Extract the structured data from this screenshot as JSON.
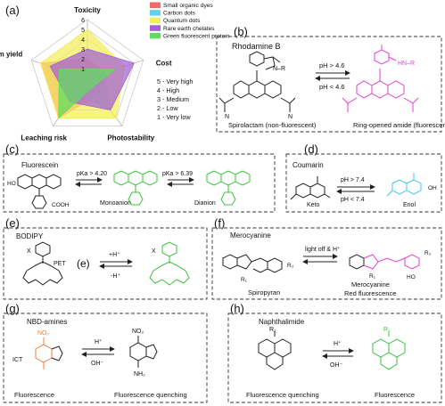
{
  "panel_labels": [
    "(a)",
    "(b)",
    "(c)",
    "(d)",
    "(e)",
    "(f)",
    "(g)",
    "(h)"
  ],
  "radar": {
    "axes": [
      "Toxicity",
      "Cost",
      "Photostability",
      "Leaching risk",
      "Quantum yield"
    ],
    "ticks": [
      "1",
      "2",
      "3",
      "4",
      "5",
      "6"
    ],
    "legend": [
      {
        "name": "Small organic dyes",
        "color": "#f06a6a"
      },
      {
        "name": "Carbon dots",
        "color": "#5fd3e8"
      },
      {
        "name": "Quantum dots",
        "color": "#f4ee5a"
      },
      {
        "name": "Rare earth chelates",
        "color": "#a35fd6"
      },
      {
        "name": "Green fluorescent protein",
        "color": "#5fdc5f"
      }
    ],
    "scale_notes": [
      "5 - Very high",
      "4 - High",
      "3 - Medium",
      "2 - Low",
      "1 - Very low"
    ]
  },
  "chart_data": {
    "type": "radar",
    "categories": [
      "Toxicity",
      "Cost",
      "Photostability",
      "Leaching risk",
      "Quantum yield"
    ],
    "ylim": [
      0,
      6
    ],
    "series": [
      {
        "name": "Small organic dyes",
        "values": [
          2,
          2,
          2,
          5,
          5
        ]
      },
      {
        "name": "Carbon dots",
        "values": [
          1,
          2,
          4,
          2,
          3
        ]
      },
      {
        "name": "Quantum dots",
        "values": [
          5,
          4,
          5,
          5,
          5
        ]
      },
      {
        "name": "Rare earth chelates",
        "values": [
          3,
          5,
          4,
          3,
          4
        ]
      },
      {
        "name": "Green fluorescent protein",
        "values": [
          1,
          3,
          1,
          5,
          3
        ]
      }
    ]
  },
  "b": {
    "title": "Rhodamine B",
    "up": "pH > 4.6",
    "down": "pH < 4.6",
    "left_caption": "Spirolactam (non-fluorescent)",
    "right_caption": "Ring-opened amide (fluorescent)",
    "nr": "N–R",
    "hn": "HN–R"
  },
  "c": {
    "title": "Fluorescein",
    "pka1": "pKa > 4.20",
    "pka2": "pKa > 6.39",
    "mono": "Monoanion",
    "di": "Dianion",
    "ho": "HO",
    "cooh": "COOH"
  },
  "d": {
    "title": "Coumarin",
    "up": "pH > 7.4",
    "down": "pH < 7.4",
    "keto": "Keto",
    "enol": "Enol",
    "oh": "OH"
  },
  "e": {
    "title": "BODIPY",
    "pet": "PET",
    "label": "(e)",
    "up": "+H⁺",
    "down": "-H⁺",
    "x": "X"
  },
  "f": {
    "title": "Merocyanine",
    "cond": "light off & H⁺",
    "sp": "Spiropyran",
    "mc": "Merocyanine",
    "red": "Red fluorescence",
    "r1": "R₁",
    "r2": "R₂",
    "ho": "HO"
  },
  "g": {
    "title": "NBD-amines",
    "up": "H⁺",
    "down": "OH⁻",
    "ict": "ICT",
    "fl": "Fluorescence",
    "q": "Fluorescence quenching",
    "no2": "NO₂",
    "nh2": "NH₂"
  },
  "h": {
    "title": "Naphthalimide",
    "up": "H⁺",
    "down": "OH⁻",
    "q": "Fluorescence quenching",
    "fl": "Fluorescence",
    "r1": "R₁"
  }
}
